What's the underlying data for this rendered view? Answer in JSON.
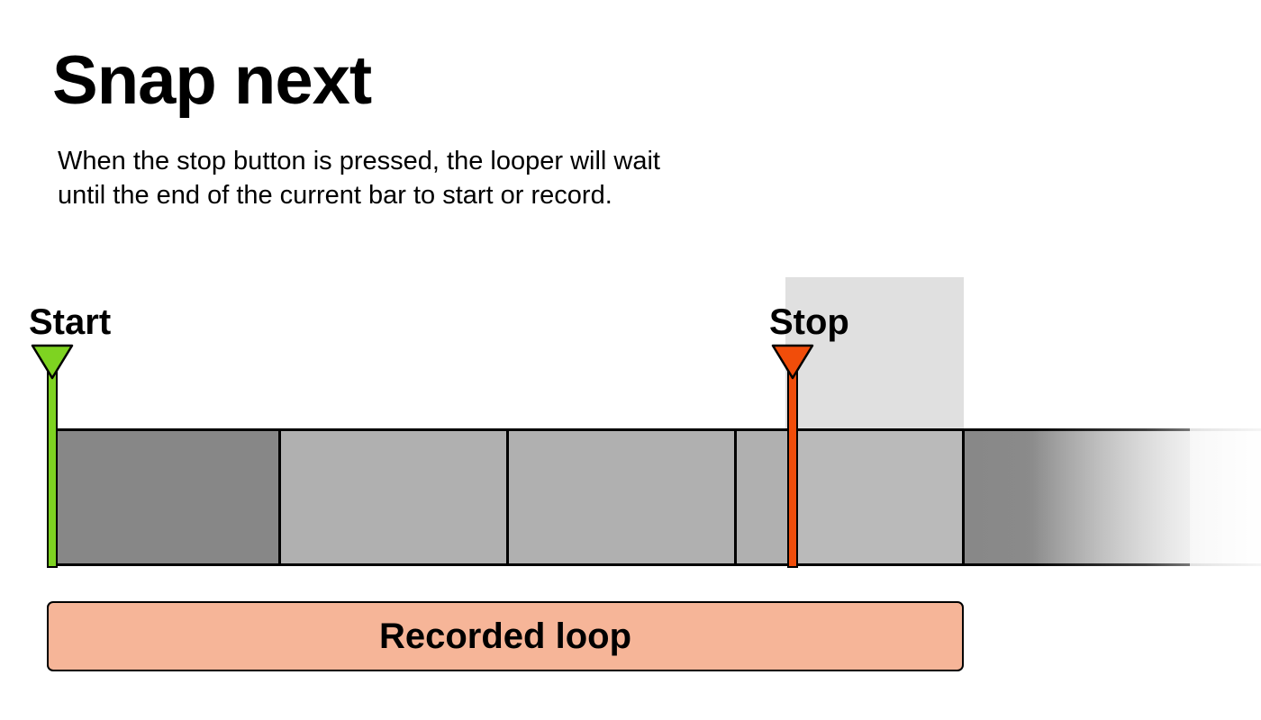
{
  "title": "Snap next",
  "description": {
    "line1": "When the stop button is pressed, the looper will wait",
    "line2": "until the end of the current bar to start or record."
  },
  "markers": {
    "start": {
      "label": "Start",
      "color": "#7ed321"
    },
    "stop": {
      "label": "Stop",
      "color": "#f14d0a"
    }
  },
  "recorded_loop": {
    "label": "Recorded loop",
    "color": "#f6b598"
  },
  "colors": {
    "bar_first": "#878787",
    "bar_regular": "#b0b0b0",
    "snap_highlight": "#e0e0e0",
    "outline": "#000000"
  }
}
